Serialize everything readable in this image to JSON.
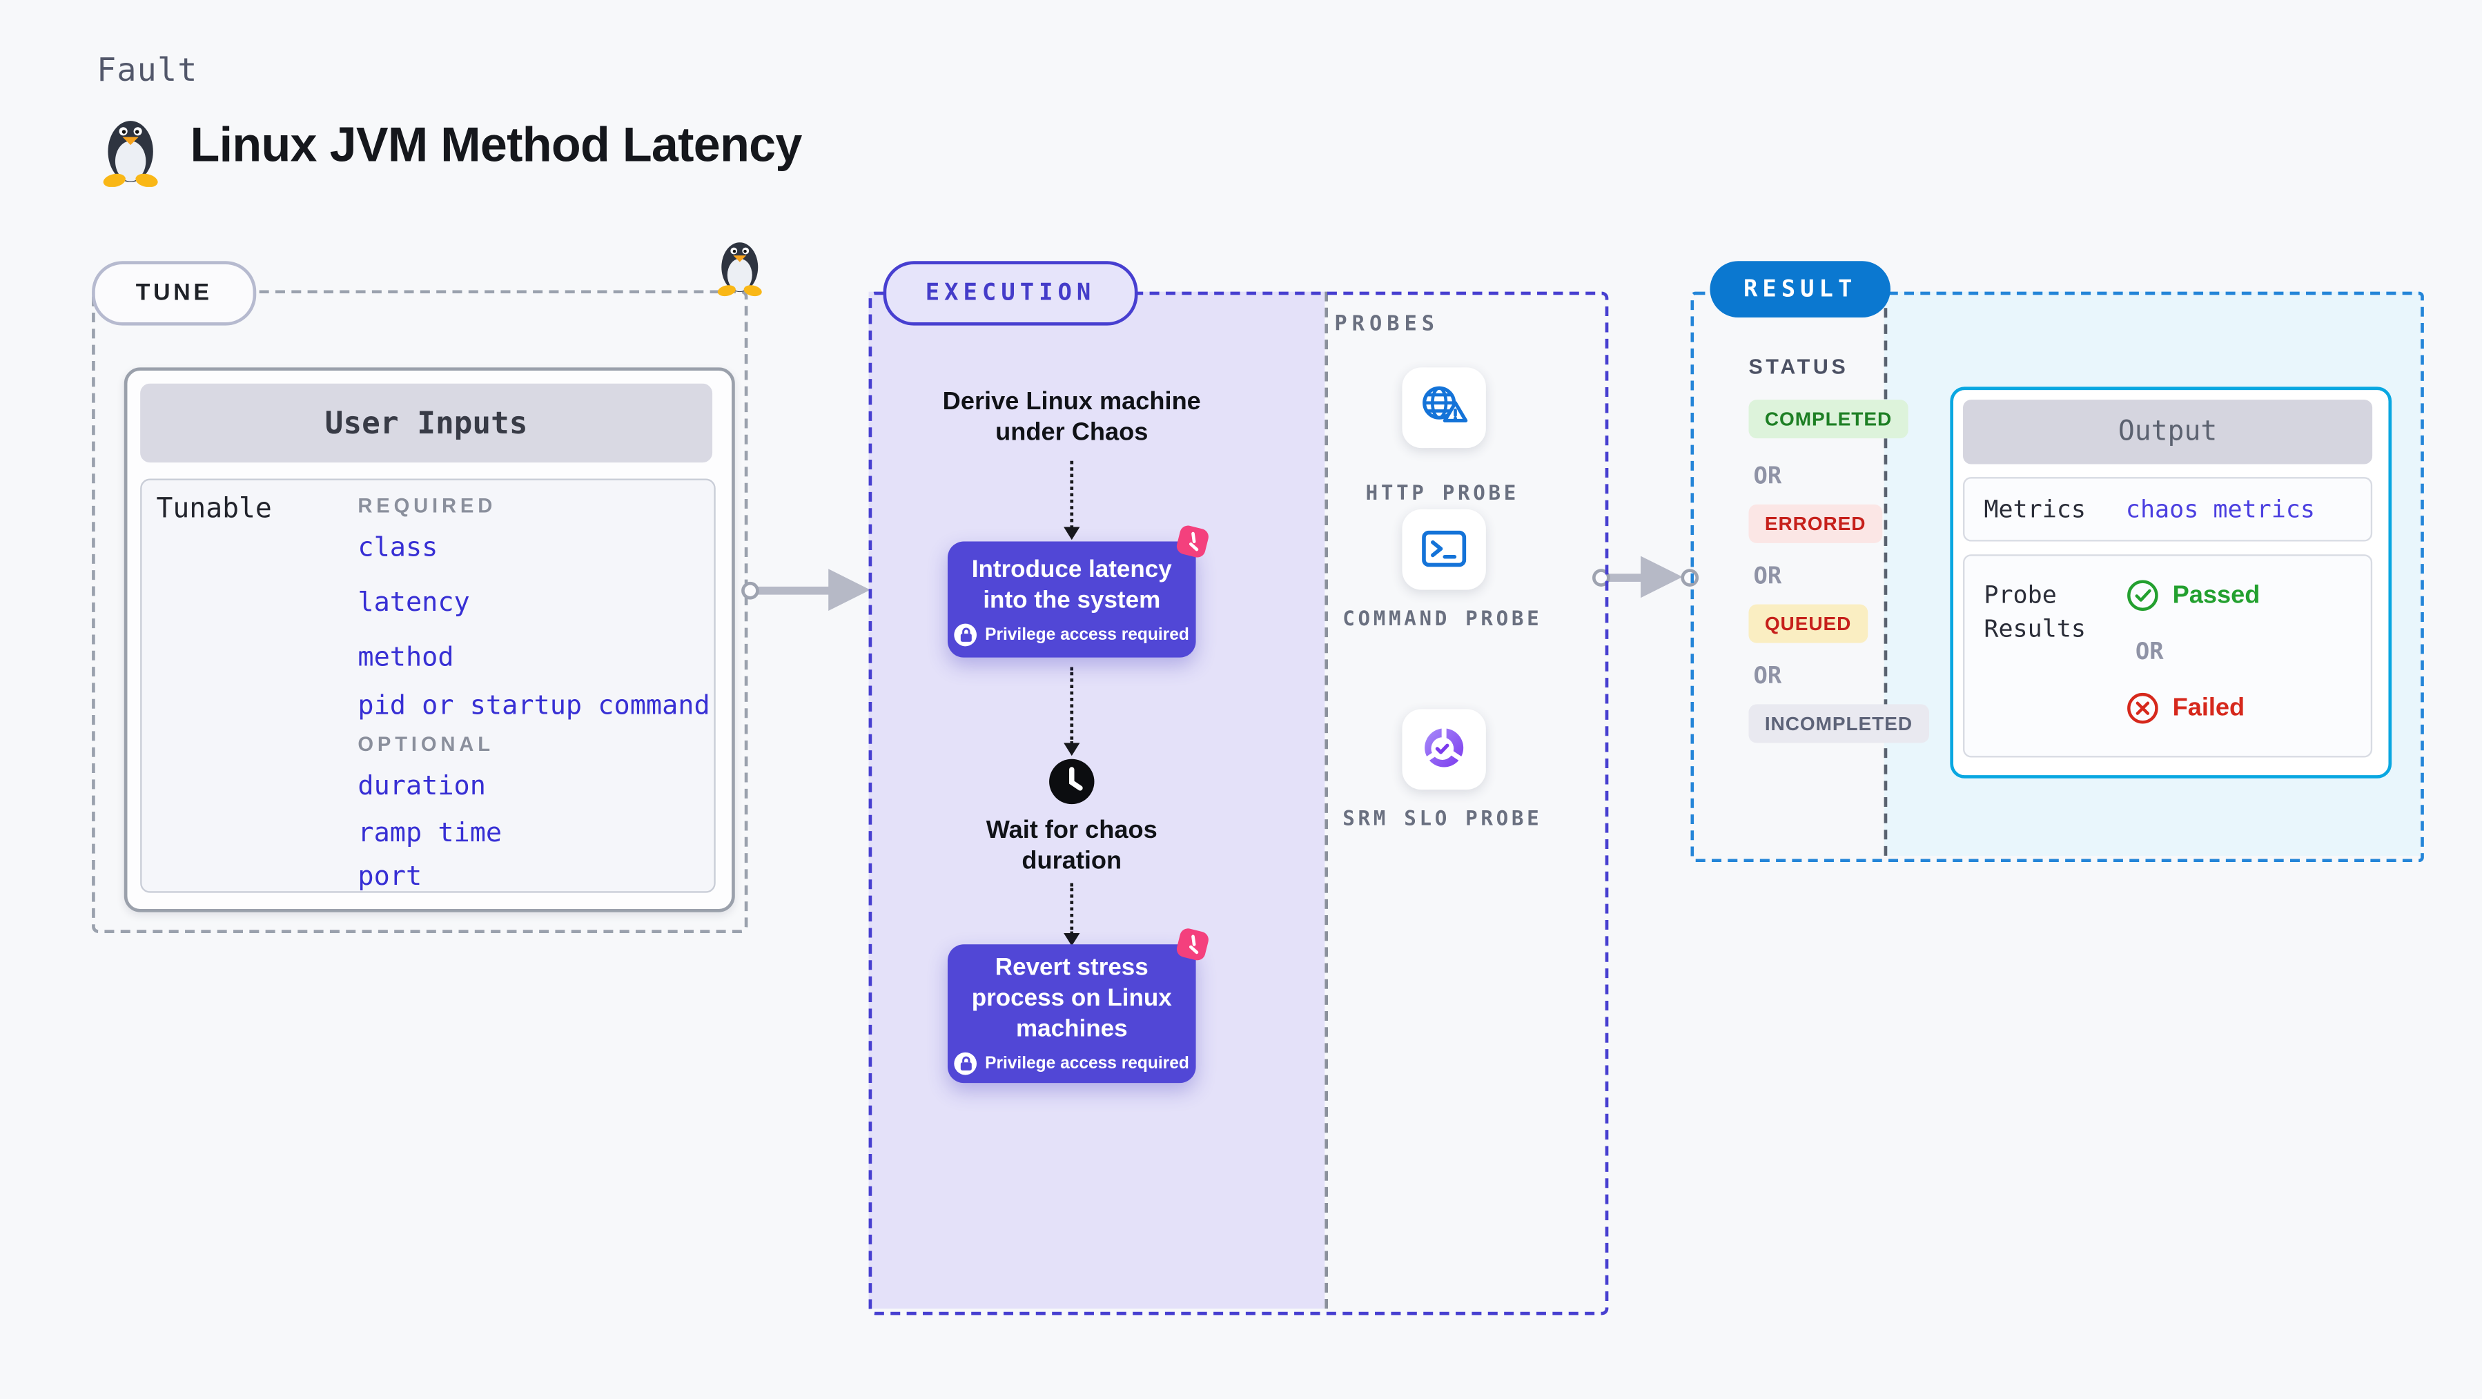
{
  "page": {
    "kicker": "Fault",
    "title": "Linux JVM Method Latency"
  },
  "tune": {
    "pill": "TUNE",
    "table_header": "User Inputs",
    "row_label": "Tunable",
    "required_label": "REQUIRED",
    "optional_label": "OPTIONAL",
    "required_items": [
      "class",
      "latency",
      "method",
      "pid or startup command"
    ],
    "optional_items": [
      "duration",
      "ramp time",
      "port"
    ]
  },
  "execution": {
    "pill": "EXECUTION",
    "step_derive": "Derive Linux machine under Chaos",
    "step_introduce": "Introduce latency into the system",
    "privilege_note": "Privilege access required",
    "step_wait": "Wait for chaos duration",
    "step_revert": "Revert stress process on Linux machines"
  },
  "probes": {
    "label": "PROBES",
    "items": [
      {
        "name": "HTTP PROBE",
        "icon": "globe-alert-icon"
      },
      {
        "name": "COMMAND PROBE",
        "icon": "terminal-icon"
      },
      {
        "name": "SRM SLO PROBE",
        "icon": "slo-donut-icon"
      }
    ]
  },
  "result": {
    "pill": "RESULT",
    "status_label": "STATUS",
    "or_label": "OR",
    "statuses": [
      {
        "label": "COMPLETED",
        "type": "success"
      },
      {
        "label": "ERRORED",
        "type": "error"
      },
      {
        "label": "QUEUED",
        "type": "warning"
      },
      {
        "label": "INCOMPLETED",
        "type": "neutral"
      }
    ],
    "output": {
      "header": "Output",
      "metrics_label": "Metrics",
      "metrics_value": "chaos metrics",
      "probe_results_label": "Probe Results",
      "passed": "Passed",
      "or": "OR",
      "failed": "Failed"
    }
  },
  "colors": {
    "page_bg": "#f7f8fa",
    "chaos_box_purple": "#5147d6",
    "execution_zone_lavender": "#e4e1f9",
    "execution_border": "#473fd0",
    "result_pill_blue": "#0b78d0",
    "output_border_cyan": "#09a7e1",
    "result_zone_cyan": "#e9f6fc",
    "tunable_link_blue": "#372fd4",
    "status_completed_green": "#1d7f24",
    "status_errored_red": "#c6201b",
    "probe_icon_blue": "#1473d8",
    "sticker_pink": "#f4407d",
    "passed_green": "#23a02f",
    "failed_red": "#d6281c"
  }
}
